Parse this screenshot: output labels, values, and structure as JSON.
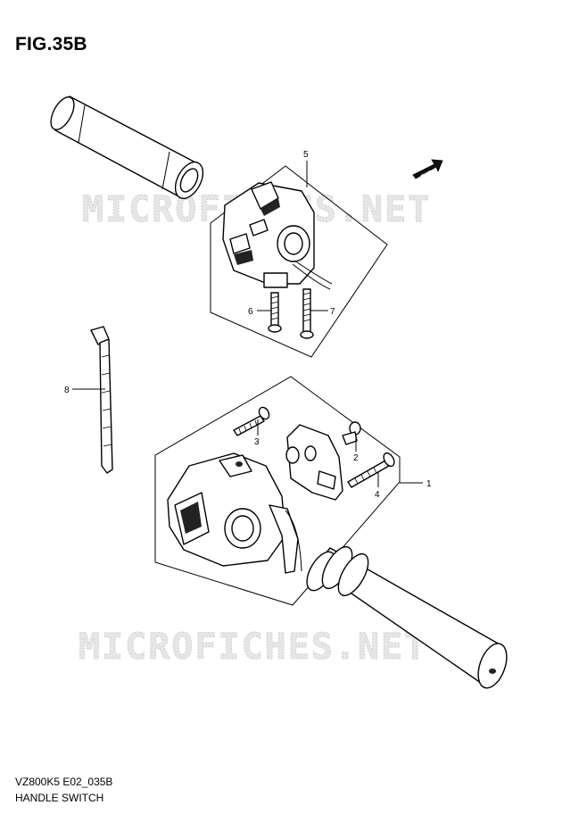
{
  "figure": {
    "title": "FIG.35B",
    "model_code": "VZ800K5 E02_035B",
    "name": "HANDLE SWITCH"
  },
  "watermark": {
    "text": "MICROFICHES.NET"
  },
  "direction_badge": {
    "text": "FWD"
  },
  "callouts": [
    {
      "number": "1"
    },
    {
      "number": "2"
    },
    {
      "number": "3"
    },
    {
      "number": "4"
    },
    {
      "number": "5"
    },
    {
      "number": "6"
    },
    {
      "number": "7"
    },
    {
      "number": "8"
    }
  ]
}
